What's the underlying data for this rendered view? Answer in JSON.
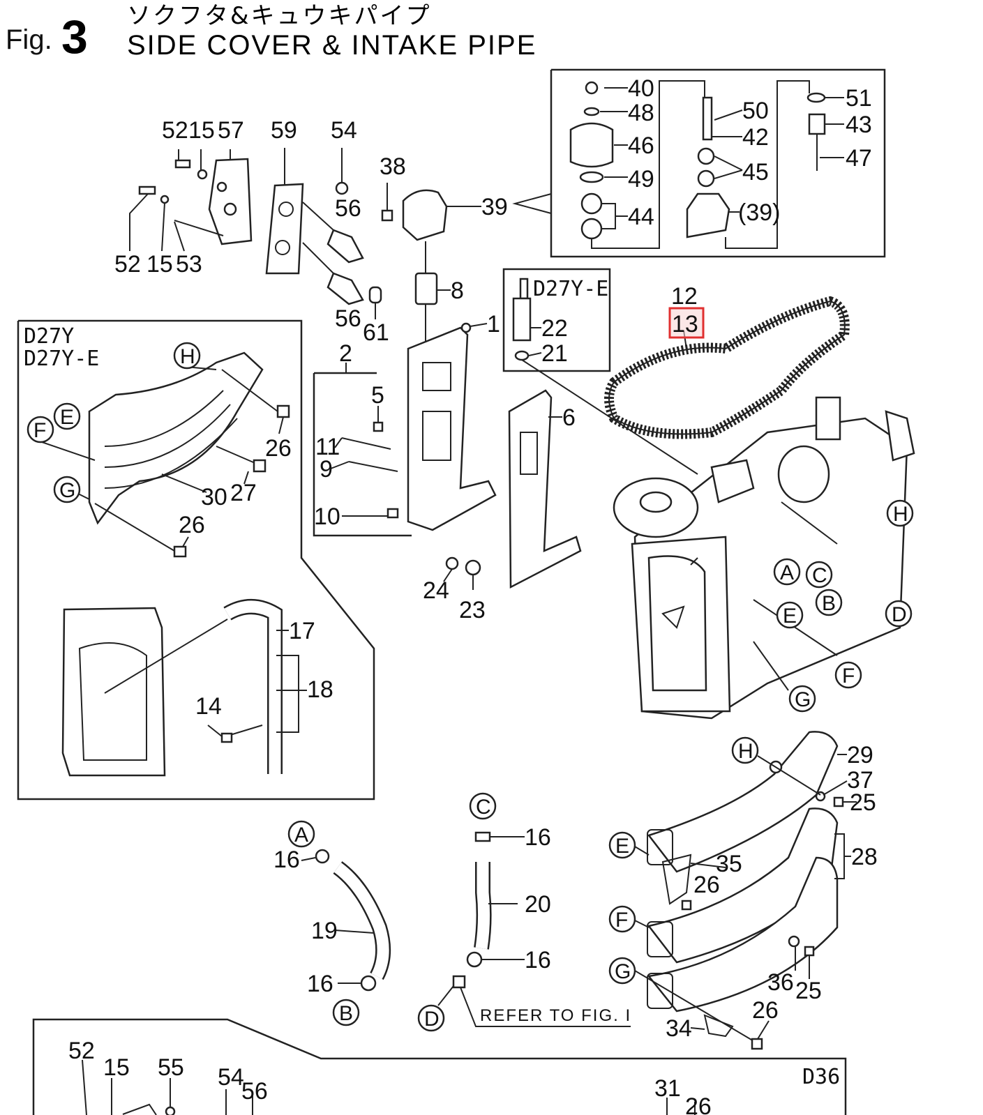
{
  "header": {
    "fig_prefix": "Fig.",
    "fig_number": "3",
    "title_jp": "ソクフタ&キュウキパイプ",
    "title_en": "SIDE COVER & INTAKE PIPE"
  },
  "insets": {
    "top_right_box": {},
    "d27y_box": {
      "model_line_1": "D27Y",
      "model_line_2": "D27Y-E"
    },
    "d27ye_small_box": {
      "model": "D27Y-E"
    },
    "d36_box": {
      "model": "D36"
    }
  },
  "labels": {
    "p40": "40",
    "p48": "48",
    "p46": "46",
    "p49": "49",
    "p44": "44",
    "p42": "42",
    "p50": "50",
    "p45": "45",
    "p39b": "(39)",
    "p51": "51",
    "p43": "43",
    "p47": "47",
    "p52a": "52",
    "p15a": "15",
    "p57": "57",
    "p59": "59",
    "p54a": "54",
    "p38": "38",
    "p39": "39",
    "p56a": "56",
    "p56b": "56",
    "p61": "61",
    "p8": "8",
    "p52b": "52",
    "p15b": "15",
    "p53": "53",
    "p1": "1",
    "p2": "2",
    "p5": "5",
    "p11": "11",
    "p9": "9",
    "p10": "10",
    "p24": "24",
    "p23": "23",
    "p6": "6",
    "p22": "22",
    "p21": "21",
    "p12": "12",
    "p13": "13",
    "p26a": "26",
    "p27": "27",
    "p30": "30",
    "p26b": "26",
    "p17": "17",
    "p18": "18",
    "p14": "14",
    "p16a": "16",
    "p19": "19",
    "p16b": "16",
    "p16c": "16",
    "p20": "20",
    "p16d": "16",
    "p29": "29",
    "p37": "37",
    "p25a": "25",
    "p28": "28",
    "p35": "35",
    "p26c": "26",
    "p36": "36",
    "p25b": "25",
    "p26d": "26",
    "p34": "34",
    "p52c": "52",
    "p15c": "15",
    "p55": "55",
    "p54b": "54",
    "p56c": "56",
    "p31": "31",
    "p26e": "26"
  },
  "callouts": {
    "H1": "H",
    "E1": "E",
    "F1": "F",
    "G1": "G",
    "H2": "H",
    "A1": "A",
    "C1": "C",
    "B1": "B",
    "D1": "D",
    "E2": "E",
    "F2": "F",
    "G2": "G",
    "A2": "A",
    "B2": "B",
    "C2": "C",
    "D2": "D",
    "H3": "H",
    "E3": "E",
    "F3": "F",
    "G3": "G"
  },
  "notes": {
    "refer": "REFER TO FIG. I"
  },
  "highlight": {
    "part": "13",
    "color": "#e03030"
  }
}
